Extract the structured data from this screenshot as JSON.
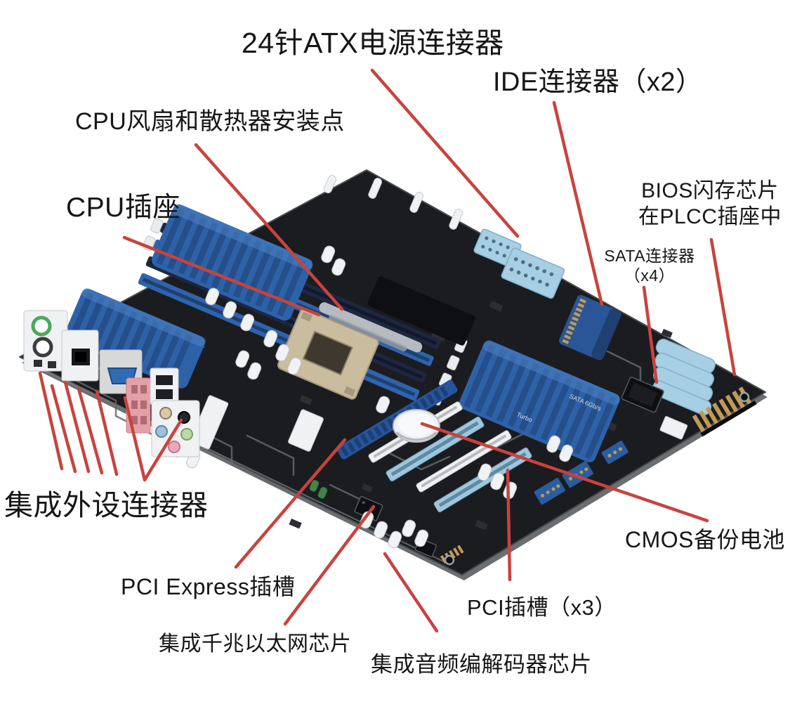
{
  "diagram": {
    "background": "#ffffff",
    "annotation_color": "#c8433c",
    "labels": {
      "atx": "24针ATX电源连接器",
      "ide": "IDE连接器（x2）",
      "cpu_fan": "CPU风扇和散热器安装点",
      "cpu_socket": "CPU插座",
      "bios_line1": "BIOS闪存芯片",
      "bios_line2": "在PLCC插座中",
      "sata_line1": "SATA连接器",
      "sata_line2": "（x4）",
      "peripheral": "集成外设连接器",
      "pcie": "PCI Express插槽",
      "ethernet": "集成千兆以太网芯片",
      "audio": "集成音频编解码器芯片",
      "pci": "PCI插槽（x3）",
      "cmos": "CMOS备份电池"
    },
    "board_prints": {
      "turbo": "Turbo",
      "sata": "SATA 6Gb/s"
    },
    "colors": {
      "pcb": "#1b1c20",
      "heatsink_blue": "#2e62a8",
      "slot_blue": "#2f63ac",
      "light_blue": "#a6cfe4",
      "atx_blue": "#2a5697",
      "socket_beige": "#cabd9f",
      "gold": "#c19a55"
    }
  }
}
